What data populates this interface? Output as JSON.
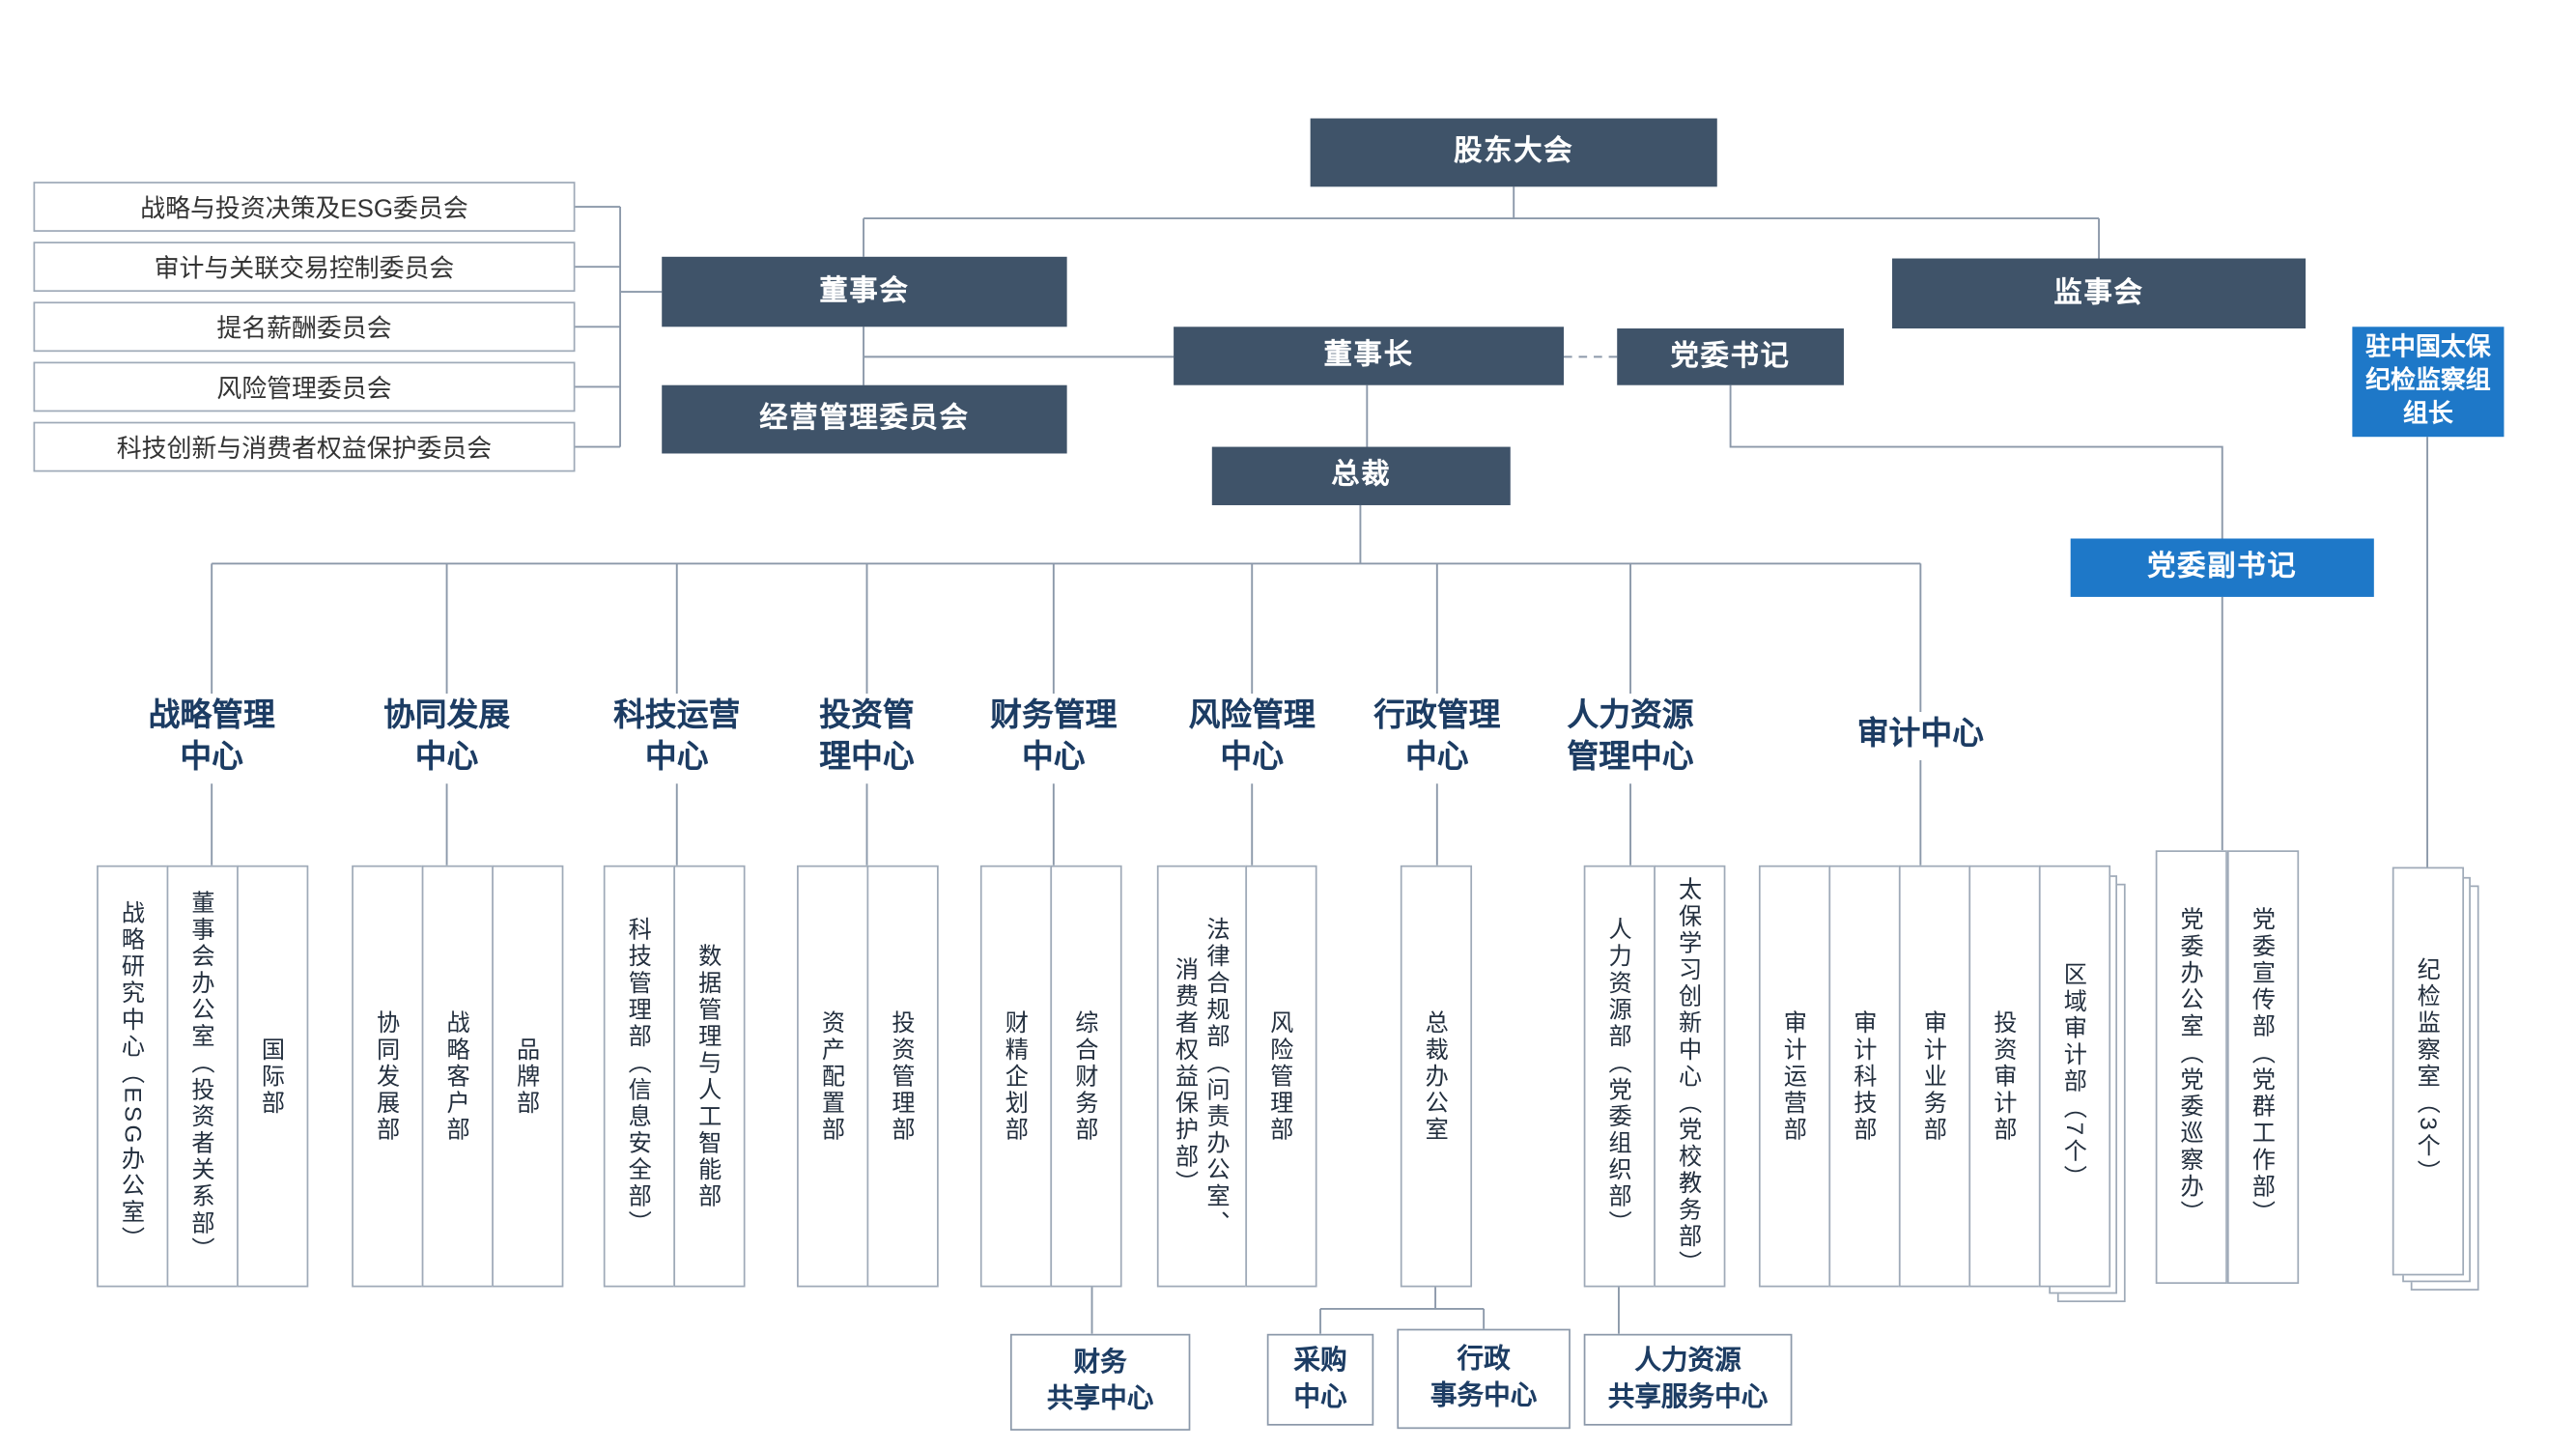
{
  "colors": {
    "dark_box": "#3F5369",
    "blue_box": "#1E78C8",
    "line": "#8C99AA",
    "box_border": "#9FAAB8",
    "heading_text": "#1C3C63",
    "dept_text": "#232F3E",
    "committee_text": "#333333"
  },
  "nodes": {
    "shareholders": "股东大会",
    "board": "董事会",
    "supervisory": "监事会",
    "chairman": "董事长",
    "party_secretary": "党委书记",
    "operating_committee": "经营管理委员会",
    "president": "总裁",
    "deputy_party_secretary": "党委副书记",
    "discipline_head": "驻中国太保\n纪检监察组\n组长"
  },
  "committees": [
    "战略与投资决策及ESG委员会",
    "审计与关联交易控制委员会",
    "提名薪酬委员会",
    "风险管理委员会",
    "科技创新与消费者权益保护委员会"
  ],
  "centers": [
    {
      "label": "战略管理\n中心",
      "departments": [
        "战略研究中心（ESG办公室）",
        "董事会办公室（投资者关系部）",
        "国际部"
      ]
    },
    {
      "label": "协同发展\n中心",
      "departments": [
        "协同发展部",
        "战略客户部",
        "品牌部"
      ]
    },
    {
      "label": "科技运营\n中心",
      "departments": [
        "科技管理部（信息安全部）",
        "数据管理与人工智能部"
      ]
    },
    {
      "label": "投资管\n理中心",
      "departments": [
        "资产配置部",
        "投资管理部"
      ]
    },
    {
      "label": "财务管理\n中心",
      "departments": [
        "财精企划部",
        "综合财务部"
      ]
    },
    {
      "label": "风险管理\n中心",
      "departments": [
        "法律合规部（问责办公室、\n消费者权益保护部）",
        "风险管理部"
      ]
    },
    {
      "label": "行政管理\n中心",
      "departments": [
        "总裁办公室"
      ]
    },
    {
      "label": "人力资源\n管理中心",
      "departments": [
        "人力资源部（党委组织部）",
        "太保学习创新中心（党校教务部）"
      ]
    },
    {
      "label": "审计中心",
      "departments": [
        "审计运营部",
        "审计科技部",
        "审计业务部",
        "投资审计部",
        "区域审计部（7个）"
      ]
    }
  ],
  "party_departments": [
    "党委办公室（党委巡察办）",
    "党委宣传部（党群工作部）"
  ],
  "discipline_departments": [
    "纪检监察室（3个）"
  ],
  "sub_centers": {
    "finance_shared": "财务\n共享中心",
    "procurement": "采购\n中心",
    "admin_affairs": "行政\n事务中心",
    "hr_shared": "人力资源\n共享服务中心"
  }
}
